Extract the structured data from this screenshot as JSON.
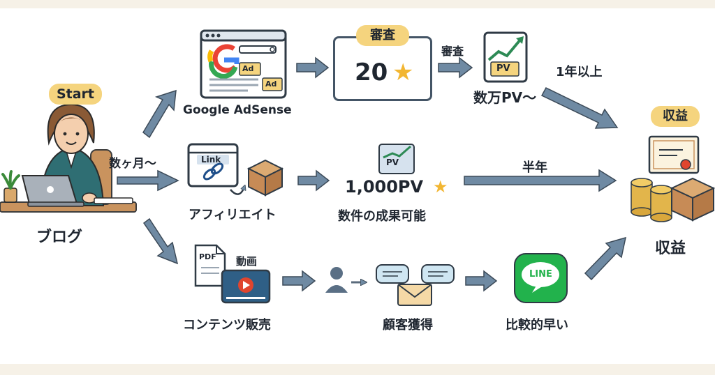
{
  "start_badge": "Start",
  "blog_label": "ブログ",
  "duration_months": "数ヶ月〜",
  "adsense": {
    "label": "Google AdSense",
    "ad_tags": [
      "Ad",
      "Ad"
    ],
    "review_badge": "審査",
    "score_text": "20",
    "review_arrow_label": "審査",
    "pv_label": "数万PV〜",
    "pv_icon_text": "PV",
    "time_label": "1年以上"
  },
  "affiliate": {
    "label": "アフィリエイト",
    "link_card_text": "Link",
    "pv_icon_text": "PV",
    "pv_count": "1,000PV",
    "result_label": "数件の成果可能",
    "time_label": "半年"
  },
  "content_sales": {
    "label": "コンテンツ販売",
    "pdf_tag": "PDF",
    "video_tag": "動画",
    "customer_label": "顧客獲得",
    "line_text": "LINE",
    "speed_label": "比較的早い"
  },
  "revenue": {
    "badge": "収益",
    "label": "収益"
  },
  "colors": {
    "arrow": "#6f8aa3",
    "badge": "#f5d47e",
    "star": "#f2b632",
    "line_green": "#22b24c",
    "play_red": "#e0452e",
    "box_tan": "#c78b56",
    "coin_gold": "#e2b54b"
  }
}
